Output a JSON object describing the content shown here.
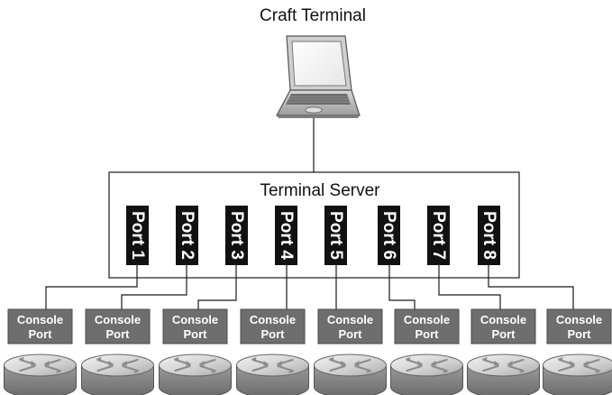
{
  "labels": {
    "craft_terminal": "Craft Terminal",
    "terminal_server": "Terminal Server"
  },
  "ports": [
    "Port 1",
    "Port 2",
    "Port 3",
    "Port 4",
    "Port 5",
    "Port 6",
    "Port 7",
    "Port 8"
  ],
  "console_ports": [
    {
      "line1": "Console",
      "line2": "Port"
    },
    {
      "line1": "Console",
      "line2": "Port"
    },
    {
      "line1": "Console",
      "line2": "Port"
    },
    {
      "line1": "Console",
      "line2": "Port"
    },
    {
      "line1": "Console",
      "line2": "Port"
    },
    {
      "line1": "Console",
      "line2": "Port"
    },
    {
      "line1": "Console",
      "line2": "Port"
    },
    {
      "line1": "Console",
      "line2": "Port"
    }
  ],
  "icons": {
    "terminal": "laptop-icon",
    "device": "router-icon"
  },
  "colors": {
    "port_block": "#111111",
    "console_block": "#6e6e6e",
    "router_light": "#dcdcdc",
    "router_dark": "#8a8a8a"
  }
}
